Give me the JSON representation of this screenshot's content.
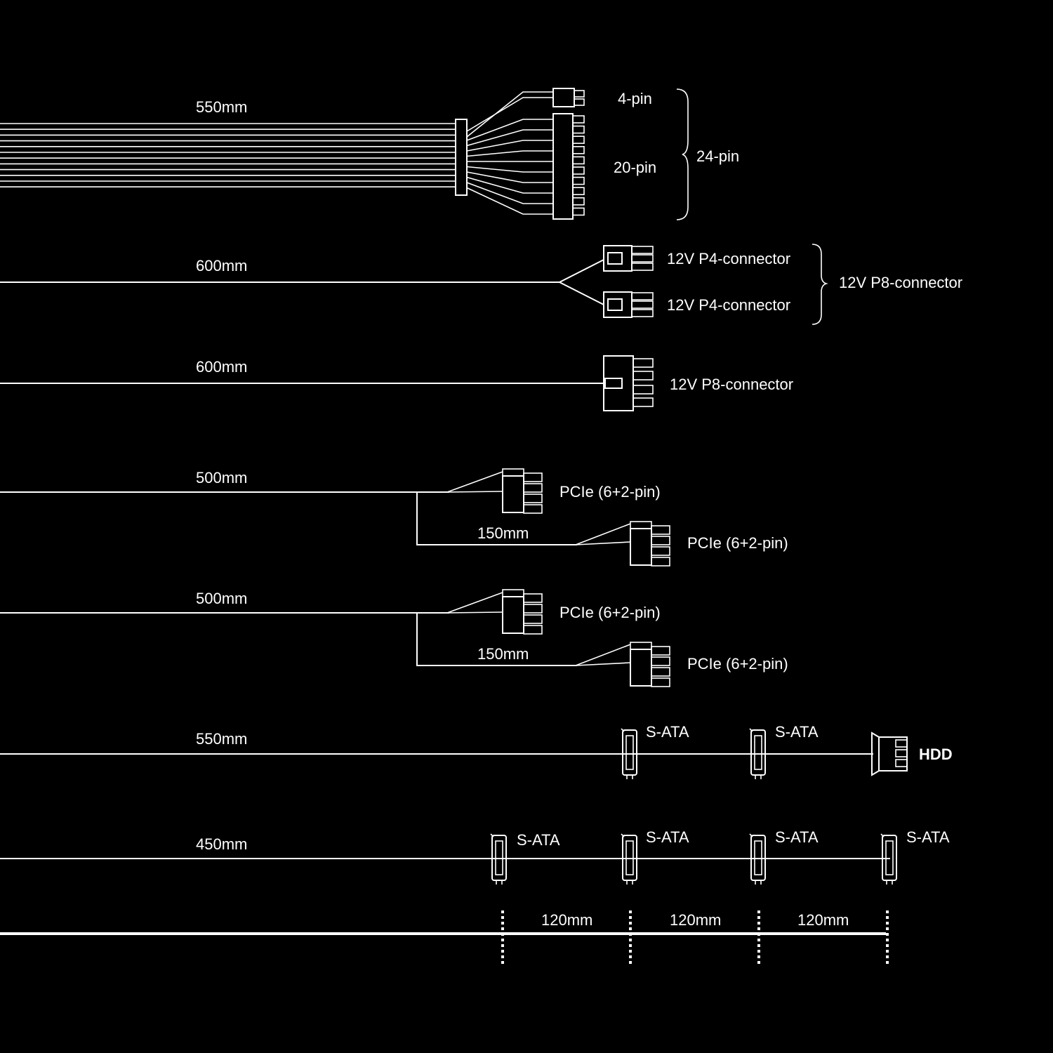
{
  "colors": {
    "background": "#000000",
    "line": "#ffffff",
    "text": "#ffffff"
  },
  "atx": {
    "length": "550mm",
    "pin4": "4-pin",
    "pin20": "20-pin",
    "group": "24-pin"
  },
  "eps_split": {
    "length": "600mm",
    "top": "12V P4-connector",
    "bottom": "12V P4-connector",
    "group": "12V P8-connector"
  },
  "eps_single": {
    "length": "600mm",
    "label": "12V P8-connector"
  },
  "pcie1": {
    "length": "500mm",
    "branch": "150mm",
    "top": "PCIe (6+2-pin)",
    "bottom": "PCIe (6+2-pin)"
  },
  "pcie2": {
    "length": "500mm",
    "branch": "150mm",
    "top": "PCIe (6+2-pin)",
    "bottom": "PCIe (6+2-pin)"
  },
  "sata_hdd": {
    "length": "550mm",
    "sata1": "S-ATA",
    "sata2": "S-ATA",
    "hdd": "HDD"
  },
  "sata4": {
    "length": "450mm",
    "sata1": "S-ATA",
    "sata2": "S-ATA",
    "sata3": "S-ATA",
    "sata4": "S-ATA"
  },
  "spacing": {
    "seg1": "120mm",
    "seg2": "120mm",
    "seg3": "120mm"
  }
}
